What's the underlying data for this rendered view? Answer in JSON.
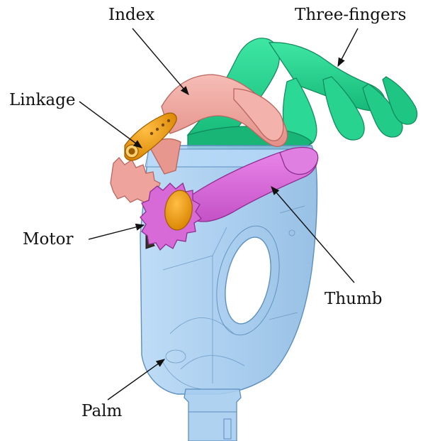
{
  "figure": {
    "labels": {
      "index": "Index",
      "three_fingers": "Three-fingers",
      "linkage": "Linkage",
      "motor": "Motor",
      "thumb": "Thumb",
      "palm": "Palm"
    },
    "colors": {
      "palm_fill": "#9cc6ec",
      "palm_edge": "#5d8fbe",
      "index_fill": "#f0a7a0",
      "index_edge": "#b9665f",
      "three_fingers_fill": "#22d48e",
      "three_fingers_edge": "#10875a",
      "thumb_fill": "#d86ad8",
      "thumb_edge": "#8e2f90",
      "linkage_fill": "#f0a020",
      "linkage_edge": "#9a5c00",
      "motor_fill": "#3a2e2a",
      "arrow": "#111111"
    }
  }
}
